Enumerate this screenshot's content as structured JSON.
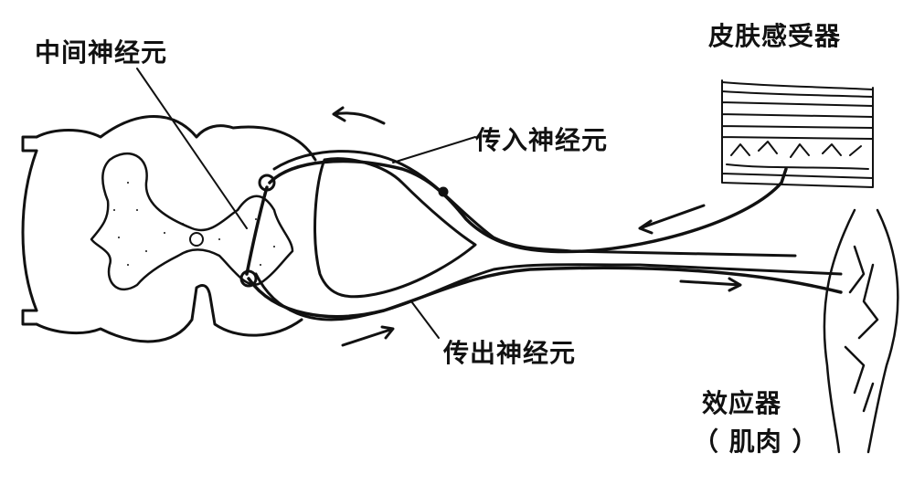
{
  "labels": {
    "interneuron": "中间神经元",
    "skin_receptor": "皮肤感受器",
    "afferent_neuron": "传入神经元",
    "efferent_neuron": "传出神经元",
    "effector": "效应器",
    "effector_note": "（ 肌肉 ）"
  },
  "colors": {
    "ink": "#111111",
    "background": "#ffffff"
  }
}
